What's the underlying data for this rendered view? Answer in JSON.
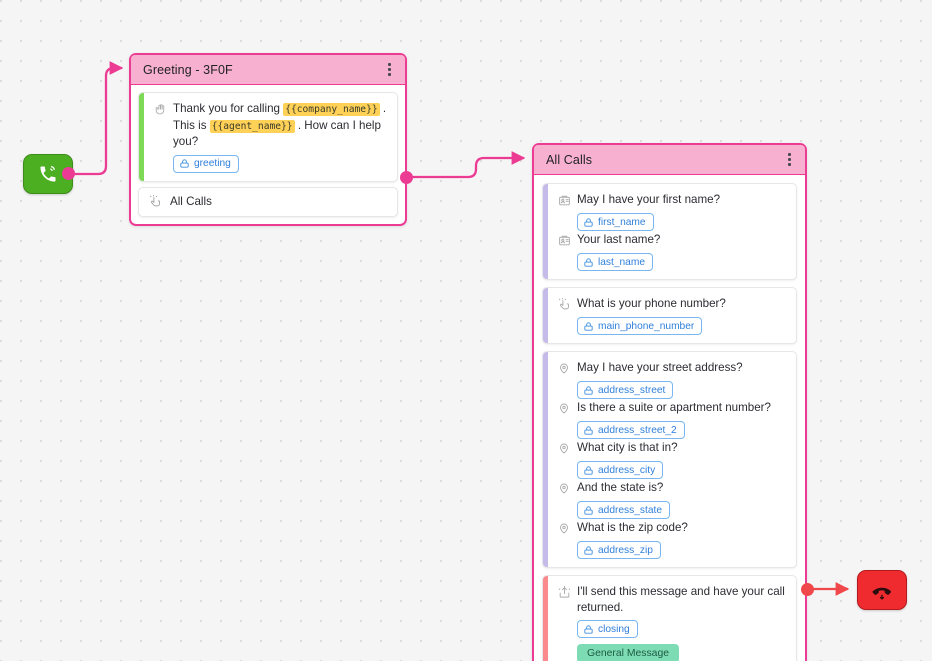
{
  "canvas": {
    "background_color": "#f5f5f5",
    "grid_dot_color": "#dcdcdc",
    "edge_color": "#ec3b93",
    "end_edge_color": "#f0474b"
  },
  "start_node": {
    "name": "Incoming call start",
    "icon": "phone-incoming-icon",
    "color": "#4caf22"
  },
  "end_node": {
    "name": "Hang up end",
    "icon": "phone-hangup-icon",
    "color": "#f02b30"
  },
  "cards": [
    {
      "id": "greeting",
      "title": "Greeting - 3F0F",
      "header_color": "#f7b0cf",
      "border_color": "#ec3b93",
      "menu_icon": "kebab-menu-icon",
      "steps": [
        {
          "accent_color": "#7ed957",
          "prompts": [
            {
              "icon": "waving-hand-icon",
              "icon_glyph": "👋",
              "segments": [
                {
                  "type": "text",
                  "value": "Thank you for calling "
                },
                {
                  "type": "variable",
                  "value": "{{company_name}}"
                },
                {
                  "type": "text",
                  "value": " . This is "
                },
                {
                  "type": "variable",
                  "value": "{{agent_name}}"
                },
                {
                  "type": "text",
                  "value": " . How can I help you?"
                }
              ],
              "chips": [
                {
                  "label": "greeting",
                  "icon": "lock-icon"
                }
              ]
            }
          ]
        }
      ],
      "branches": [
        {
          "label": "All Calls",
          "icon": "click-pointer-icon",
          "icon_glyph": "🖱"
        }
      ]
    },
    {
      "id": "allcalls",
      "title": "All Calls",
      "header_color": "#f7b0cf",
      "border_color": "#ec3b93",
      "menu_icon": "kebab-menu-icon",
      "steps": [
        {
          "accent_color": "#c5bbe8",
          "prompts": [
            {
              "icon": "contact-card-icon",
              "icon_glyph": "🪪",
              "segments": [
                {
                  "type": "text",
                  "value": "May I have your first name?"
                }
              ],
              "chips": [
                {
                  "label": "first_name",
                  "icon": "lock-icon"
                }
              ]
            },
            {
              "icon": "contact-card-icon",
              "icon_glyph": "🪪",
              "segments": [
                {
                  "type": "text",
                  "value": "Your last name?"
                }
              ],
              "chips": [
                {
                  "label": "last_name",
                  "icon": "lock-icon"
                }
              ]
            }
          ]
        },
        {
          "accent_color": "#c5bbe8",
          "prompts": [
            {
              "icon": "click-pointer-icon",
              "icon_glyph": "🖱",
              "segments": [
                {
                  "type": "text",
                  "value": "What is your phone number?"
                }
              ],
              "chips": [
                {
                  "label": "main_phone_number",
                  "icon": "lock-icon"
                }
              ]
            }
          ]
        },
        {
          "accent_color": "#c5bbe8",
          "prompts": [
            {
              "icon": "map-pin-icon",
              "icon_glyph": "📍",
              "segments": [
                {
                  "type": "text",
                  "value": "May I have your street address?"
                }
              ],
              "chips": [
                {
                  "label": "address_street",
                  "icon": "lock-icon"
                }
              ]
            },
            {
              "icon": "map-pin-icon",
              "icon_glyph": "📍",
              "segments": [
                {
                  "type": "text",
                  "value": "Is there a suite or apartment number?"
                }
              ],
              "chips": [
                {
                  "label": "address_street_2",
                  "icon": "lock-icon"
                }
              ]
            },
            {
              "icon": "map-pin-icon",
              "icon_glyph": "📍",
              "segments": [
                {
                  "type": "text",
                  "value": "What city is that in?"
                }
              ],
              "chips": [
                {
                  "label": "address_city",
                  "icon": "lock-icon"
                }
              ]
            },
            {
              "icon": "map-pin-icon",
              "icon_glyph": "📍",
              "segments": [
                {
                  "type": "text",
                  "value": "And the state is?"
                }
              ],
              "chips": [
                {
                  "label": "address_state",
                  "icon": "lock-icon"
                }
              ]
            },
            {
              "icon": "map-pin-icon",
              "icon_glyph": "📍",
              "segments": [
                {
                  "type": "text",
                  "value": "What is the zip code?"
                }
              ],
              "chips": [
                {
                  "label": "address_zip",
                  "icon": "lock-icon"
                }
              ]
            }
          ]
        },
        {
          "accent_color": "#fa8a8c",
          "prompts": [
            {
              "icon": "outbound-message-icon",
              "icon_glyph": "📤",
              "segments": [
                {
                  "type": "text",
                  "value": "I'll send this message and have your call returned."
                }
              ],
              "chips": [
                {
                  "label": "closing",
                  "icon": "lock-icon"
                }
              ],
              "tags": [
                {
                  "label": "General Message",
                  "color": "#7edcb4"
                }
              ]
            }
          ]
        }
      ]
    }
  ]
}
